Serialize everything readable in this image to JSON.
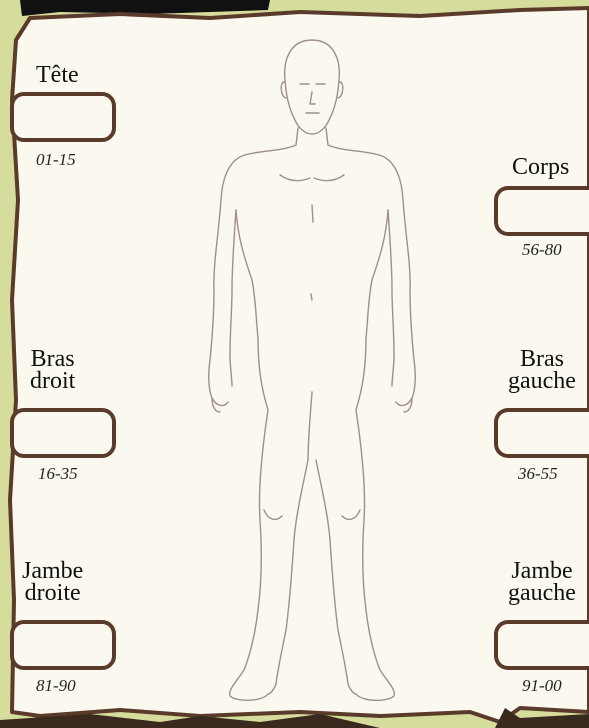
{
  "locations": {
    "head": {
      "label": "Tête",
      "range": "01-15"
    },
    "body": {
      "label": "Corps",
      "range": "56-80"
    },
    "right_arm": {
      "label_line1": "Bras",
      "label_line2": "droit",
      "range": "16-35"
    },
    "left_arm": {
      "label_line1": "Bras",
      "label_line2": "gauche",
      "range": "36-55"
    },
    "right_leg": {
      "label_line1": "Jambe",
      "label_line2": "droite",
      "range": "81-90"
    },
    "left_leg": {
      "label_line1": "Jambe",
      "label_line2": "gauche",
      "range": "91-00"
    }
  },
  "colors": {
    "background": "#d6dc9c",
    "parchment": "#fbf9ef",
    "border": "#5a3a2a",
    "banner": "#111111"
  }
}
